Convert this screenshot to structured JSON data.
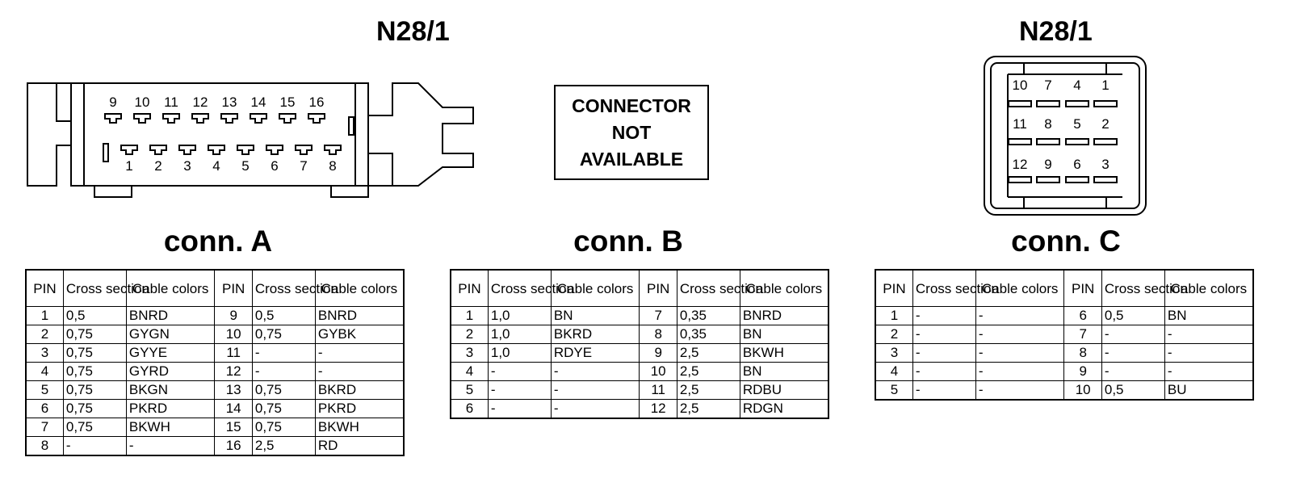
{
  "titles": {
    "left": "N28/1",
    "right": "N28/1"
  },
  "not_available": [
    "CONNECTOR",
    "NOT",
    "AVAILABLE"
  ],
  "connector_a_pins": {
    "top": [
      "9",
      "10",
      "11",
      "12",
      "13",
      "14",
      "15",
      "16"
    ],
    "bottom": [
      "1",
      "2",
      "3",
      "4",
      "5",
      "6",
      "7",
      "8"
    ]
  },
  "connector_c_pins": {
    "row1": [
      "10",
      "7",
      "4",
      "1"
    ],
    "row2": [
      "11",
      "8",
      "5",
      "2"
    ],
    "row3": [
      "12",
      "9",
      "6",
      "3"
    ]
  },
  "tables": [
    {
      "title": "conn. A",
      "headers": [
        "PIN",
        "Cross section",
        "Cable colors",
        "PIN",
        "Cross section",
        "Cable colors"
      ],
      "rows": [
        [
          "1",
          "0,5",
          "BNRD",
          "9",
          "0,5",
          "BNRD"
        ],
        [
          "2",
          "0,75",
          "GYGN",
          "10",
          "0,75",
          "GYBK"
        ],
        [
          "3",
          "0,75",
          "GYYE",
          "11",
          "-",
          "-"
        ],
        [
          "4",
          "0,75",
          "GYRD",
          "12",
          "-",
          "-"
        ],
        [
          "5",
          "0,75",
          "BKGN",
          "13",
          "0,75",
          "BKRD"
        ],
        [
          "6",
          "0,75",
          "PKRD",
          "14",
          "0,75",
          "PKRD"
        ],
        [
          "7",
          "0,75",
          "BKWH",
          "15",
          "0,75",
          "BKWH"
        ],
        [
          "8",
          "-",
          "-",
          "16",
          "2,5",
          "RD"
        ]
      ]
    },
    {
      "title": "conn. B",
      "headers": [
        "PIN",
        "Cross section",
        "Cable colors",
        "PIN",
        "Cross section",
        "Cable colors"
      ],
      "rows": [
        [
          "1",
          "1,0",
          "BN",
          "7",
          "0,35",
          "BNRD"
        ],
        [
          "2",
          "1,0",
          "BKRD",
          "8",
          "0,35",
          "BN"
        ],
        [
          "3",
          "1,0",
          "RDYE",
          "9",
          "2,5",
          "BKWH"
        ],
        [
          "4",
          "-",
          "-",
          "10",
          "2,5",
          "BN"
        ],
        [
          "5",
          "-",
          "-",
          "11",
          "2,5",
          "RDBU"
        ],
        [
          "6",
          "-",
          "-",
          "12",
          "2,5",
          "RDGN"
        ]
      ]
    },
    {
      "title": "conn. C",
      "headers": [
        "PIN",
        "Cross section",
        "Cable colors",
        "PIN",
        "Cross section",
        "Cable colors"
      ],
      "rows": [
        [
          "1",
          "-",
          "-",
          "6",
          "0,5",
          "BN"
        ],
        [
          "2",
          "-",
          "-",
          "7",
          "-",
          "-"
        ],
        [
          "3",
          "-",
          "-",
          "8",
          "-",
          "-"
        ],
        [
          "4",
          "-",
          "-",
          "9",
          "-",
          "-"
        ],
        [
          "5",
          "-",
          "-",
          "10",
          "0,5",
          "BU"
        ]
      ]
    }
  ]
}
